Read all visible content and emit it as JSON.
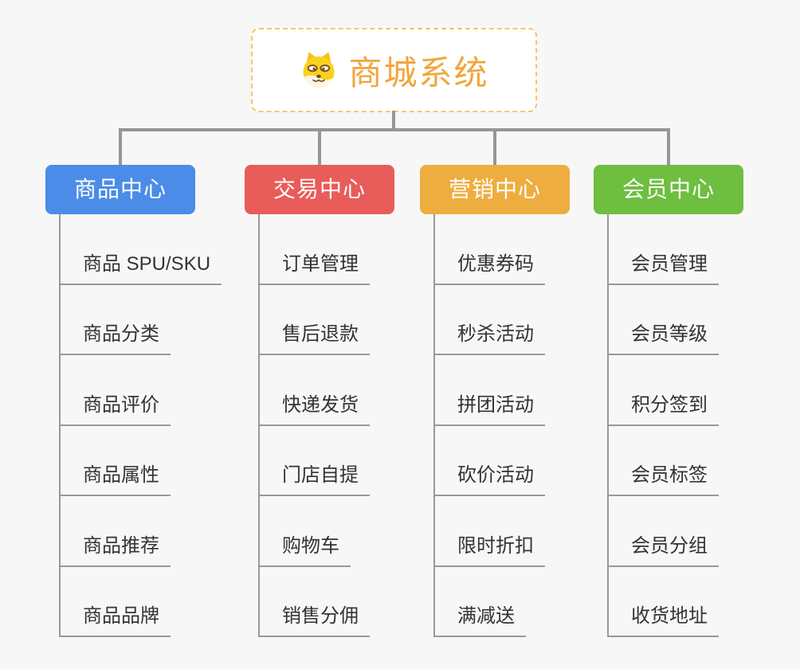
{
  "root": {
    "title": "商城系统",
    "icon": "dog-icon"
  },
  "colors": {
    "background": "#F7F7F7",
    "root_border": "#F6C46E",
    "root_text": "#F0A63C",
    "connector": "#969696",
    "item_line": "#999999",
    "item_text": "#333333"
  },
  "branches": [
    {
      "label": "商品中心",
      "color": "#4A8CE8",
      "items": [
        "商品 SPU/SKU",
        "商品分类",
        "商品评价",
        "商品属性",
        "商品推荐",
        "商品品牌"
      ]
    },
    {
      "label": "交易中心",
      "color": "#E85C5A",
      "items": [
        "订单管理",
        "售后退款",
        "快递发货",
        "门店自提",
        "购物车",
        "销售分佣"
      ]
    },
    {
      "label": "营销中心",
      "color": "#EEAD3F",
      "items": [
        "优惠券码",
        "秒杀活动",
        "拼团活动",
        "砍价活动",
        "限时折扣",
        "满减送"
      ]
    },
    {
      "label": "会员中心",
      "color": "#6EBE40",
      "items": [
        "会员管理",
        "会员等级",
        "积分签到",
        "会员标签",
        "会员分组",
        "收货地址"
      ]
    }
  ]
}
